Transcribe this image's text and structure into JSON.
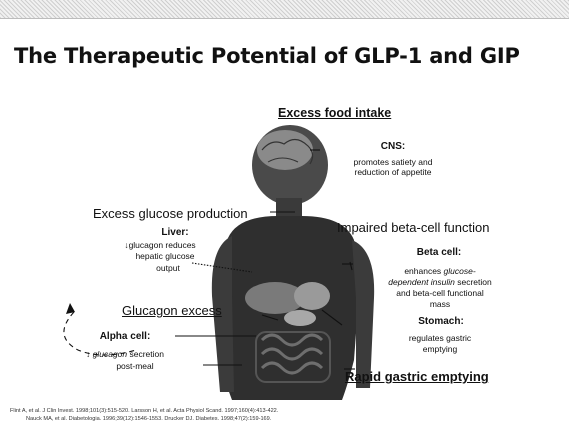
{
  "title": "The Therapeutic Potential of GLP-1 and GIP",
  "headings": {
    "food": "Excess food intake",
    "glucose": "Excess glucose production",
    "beta": "Impaired beta-cell function",
    "glucagon": "Glucagon excess",
    "gastric": "Rapid gastric emptying"
  },
  "cns": {
    "label": "CNS:",
    "line1": "promotes satiety and",
    "line2": "reduction of appetite"
  },
  "liver": {
    "label": "Liver:",
    "line1": "↓glucagon reduces",
    "line2": "hepatic glucose",
    "line3": "output"
  },
  "beta_cell": {
    "label": "Beta cell:",
    "l1a": "enhances ",
    "l1b": "glucose-",
    "l2a": "dependent insulin",
    "l2b": " secretion",
    "l3": "and  beta-cell functional",
    "l4": "mass"
  },
  "alpha_cell": {
    "label": "Alpha cell:",
    "l1a": "↓ ",
    "l1b": "glucagon",
    "l1c": " secretion",
    "l2": "post-meal"
  },
  "stomach": {
    "label": "Stomach:",
    "line1": "regulates gastric",
    "line2": "emptying"
  },
  "references": {
    "line1": "Flint A, et al. J Clin Invest. 1998;101(3):515-520. Larsson H, et al. Acta Physiol Scand. 1997;160(4):413-422.",
    "line2": "Nauck MA, et al. Diabetologia. 1996;39(12):1546-1553. Drucker DJ. Diabetes. 1998;47(2):159-169."
  }
}
